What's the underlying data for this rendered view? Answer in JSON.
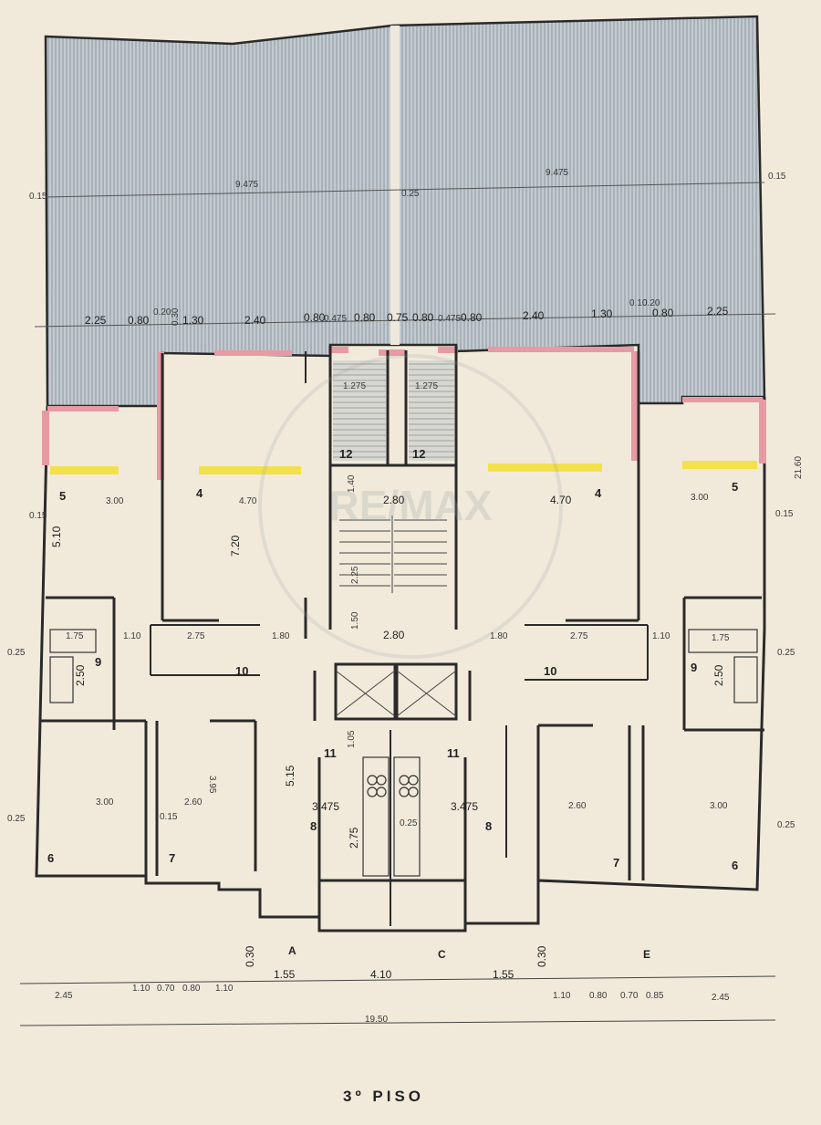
{
  "plan": {
    "title": "3º PISO",
    "watermark": "RE/MAX",
    "colors": {
      "paper": "#f1eadb",
      "terrace": "#b9c2c8",
      "wall": "#2a2a2a",
      "wall_highlight": "#e79aa4",
      "beam": "#f2e14a"
    },
    "top_dims": [
      "2.25",
      "0.80",
      "0.20",
      "0.30",
      "1.30",
      "2.40",
      "0.80",
      "0.475",
      "0.80",
      "0.75",
      "0.80",
      "0.475",
      "0.80",
      "2.40",
      "1.30",
      "0.10",
      "0.20",
      "0.80",
      "2.25"
    ],
    "terrace_dims": [
      "9.475",
      "0.25",
      "9.475",
      "0.15",
      "0.15"
    ],
    "room_numbers": [
      "5",
      "4",
      "12",
      "12",
      "4",
      "5",
      "9",
      "9",
      "11",
      "11",
      "8",
      "8",
      "7",
      "7",
      "6",
      "6",
      "10",
      "10"
    ],
    "interior_dims": [
      "1.275",
      "1.275",
      "3.00",
      "4.70",
      "2.80",
      "4.70",
      "3.00",
      "5.10",
      "7.20",
      "2.25",
      "1.40",
      "1.50",
      "2.80",
      "1.80",
      "1.80",
      "2.75",
      "2.75",
      "1.75",
      "1.10",
      "1.10",
      "1.75",
      "2.50",
      "2.50",
      "1.05",
      "3.475",
      "3.475",
      "3.00",
      "2.60",
      "2.60",
      "3.00",
      "3.95",
      "5.15",
      "2.75",
      "0.25",
      "0.15"
    ],
    "side_dims": [
      "0.15",
      "0.25",
      "0.25",
      "0.25",
      "0.25",
      "0.15",
      "21.60"
    ],
    "grid_labels": [
      "A",
      "C",
      "E"
    ],
    "bottom_dims": [
      "0.30",
      "1.55",
      "4.10",
      "1.55",
      "0.30"
    ],
    "bottom_chain_left": [
      "2.45",
      "1.10",
      "0.70",
      "0.80",
      "1.10"
    ],
    "bottom_chain_right": [
      "1.10",
      "0.80",
      "0.70",
      "0.85",
      "2.45"
    ],
    "overall_width": "19.50"
  }
}
